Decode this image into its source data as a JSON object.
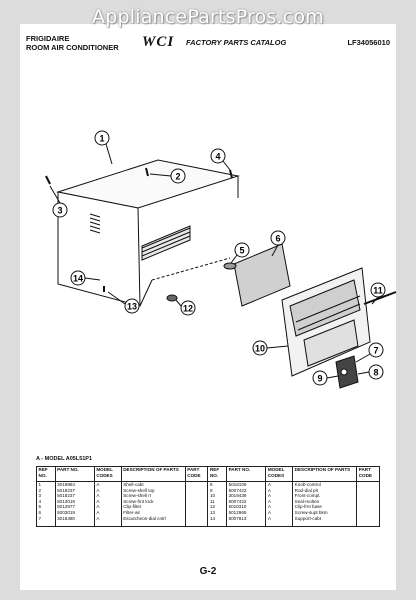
{
  "watermark": "AppliancePartsPros.com",
  "header": {
    "brand_line1": "FRIGIDAIRE",
    "brand_line2": "ROOM AIR CONDITIONER",
    "logo": "WCI",
    "catalog": "FACTORY PARTS CATALOG",
    "part_number": "LF34056010"
  },
  "callouts": [
    "1",
    "2",
    "3",
    "4",
    "5",
    "6",
    "7",
    "8",
    "9",
    "10",
    "11",
    "12",
    "13",
    "14"
  ],
  "model_note": "A - MODEL A05L51P1",
  "table": {
    "headers": [
      "REF NO.",
      "PART NO.",
      "MODEL CODES",
      "DESCRIPTION OF PARTS",
      "PART CODE",
      "REF NO.",
      "PART NO.",
      "MODEL CODES",
      "DESCRIPTION OF PARTS",
      "PART CODE"
    ],
    "left": {
      "refs": [
        "1",
        "2",
        "3",
        "4",
        "5",
        "6",
        "7"
      ],
      "parts": [
        "3018984",
        "5018237",
        "5018237",
        "5013019",
        "5012977",
        "5003019",
        "3018380"
      ],
      "codes": [
        "A",
        "A",
        "A",
        "A",
        "A",
        "A",
        "A"
      ],
      "descs": [
        "Shell-cabt",
        "Screw-shell top",
        "Screw-shell rr",
        "Screw-frnt lock",
        "Clip-filter",
        "Filter-air",
        "Escutcheon-dial cntrl"
      ]
    },
    "right": {
      "refs": [
        "8",
        "9",
        "10",
        "11",
        "12",
        "13",
        "14"
      ],
      "parts": [
        "5018109",
        "5007422",
        "3019439",
        "5007422",
        "5010310",
        "5012965",
        "5007813"
      ],
      "codes": [
        "A",
        "A",
        "A",
        "A",
        "A",
        "A",
        "A"
      ],
      "descs": [
        "Knob-control",
        "Rod-dial plt",
        "Front-compl.",
        "Seal-molten",
        "Clip-frnt base",
        "Screw-supt bkm",
        "Support-cabt"
      ]
    }
  },
  "page_number": "G-2"
}
